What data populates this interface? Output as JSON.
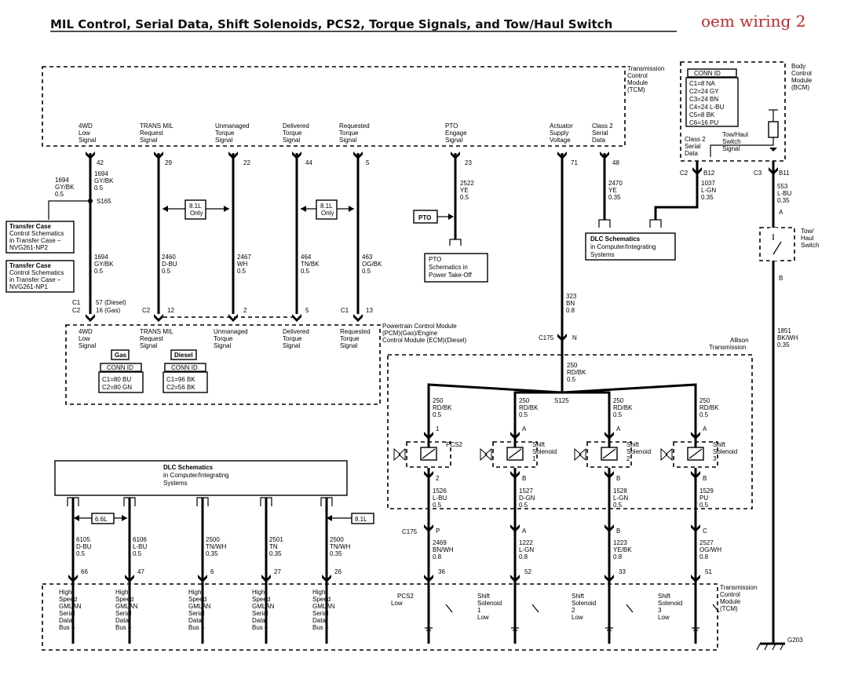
{
  "header": {
    "title": "MIL Control, Serial Data, Shift Solenoids, PCS2, Torque Signals, and Tow/Haul Switch",
    "tag": "oem wiring 2"
  },
  "tcm_top": {
    "module_label": [
      "Transmission",
      "Control",
      "Module",
      "(TCM)"
    ],
    "signals": [
      {
        "lines": [
          "4WD",
          "Low",
          "Signal"
        ],
        "pin": "42"
      },
      {
        "lines": [
          "TRANS MIL",
          "Request",
          "Signal"
        ],
        "pin": "29"
      },
      {
        "lines": [
          "Unmanaged",
          "Torque",
          "Signal"
        ],
        "pin": "22"
      },
      {
        "lines": [
          "Delivered",
          "Torque",
          "Signal"
        ],
        "pin": "44"
      },
      {
        "lines": [
          "Requested",
          "Torque",
          "Signal"
        ],
        "pin": "5"
      },
      {
        "lines": [
          "PTO",
          "Engage",
          "Signal"
        ],
        "pin": "23"
      },
      {
        "lines": [
          "Actuator",
          "Supply",
          "Voltage"
        ],
        "pin": "71"
      },
      {
        "lines": [
          "Class 2",
          "Serial",
          "Data"
        ],
        "pin": "48"
      }
    ]
  },
  "bcm": {
    "module_label": [
      "Body",
      "Control",
      "Module",
      "(BCM)"
    ],
    "conn_title": "CONN ID",
    "conn": [
      "C1=8 NA",
      "C2=24 GY",
      "C3=24 BN",
      "C4=24 L-BU",
      "C5=8 BK",
      "C6=16 PU"
    ],
    "signal_left": [
      "Class 2",
      "Serial",
      "Data"
    ],
    "signal_right": [
      "Tow/Haul",
      "Switch",
      "Signal"
    ],
    "pin_left_conn": "C2",
    "pin_left": "B12",
    "pin_right_conn": "C3",
    "pin_right": "B11"
  },
  "wires": {
    "w_1694a": [
      "1694",
      "GY/BK",
      "0.5"
    ],
    "w_1694b": [
      "1694",
      "GY/BK",
      "0.5"
    ],
    "w_1694c": [
      "1694",
      "GY/BK",
      "0.5"
    ],
    "splice_s165": "S165",
    "w_2460": [
      "2460",
      "D-BU",
      "0.5"
    ],
    "w_2467": [
      "2467",
      "WH",
      "0.5"
    ],
    "w_464": [
      "464",
      "TN/BK",
      "0.5"
    ],
    "w_463": [
      "463",
      "OG/BK",
      "0.5"
    ],
    "w_2522": [
      "2522",
      "YE",
      "0.5"
    ],
    "w_323": [
      "323",
      "BN",
      "0.8"
    ],
    "w_2470": [
      "2470",
      "YE",
      "0.35"
    ],
    "w_1037": [
      "1037",
      "L-GN",
      "0.35"
    ],
    "w_553": [
      "553",
      "L-BU",
      "0.35"
    ],
    "w_1851": [
      "1851",
      "BK/WH",
      "0.35"
    ],
    "w_250main": [
      "250",
      "RD/BK",
      "0.5"
    ],
    "splice_s125": "S125"
  },
  "only_8_1_a": [
    "8.1L",
    "Only"
  ],
  "only_8_1_b": [
    "8.1L",
    "Only"
  ],
  "pto_label": "PTO",
  "pto_box": [
    "PTO",
    "Schematics in",
    "Power Take-Off"
  ],
  "transfer_box1": [
    "Transfer Case",
    "Control Schematics",
    "in Transfer Case –",
    "NVG261-NP2"
  ],
  "transfer_box2": [
    "Transfer Case",
    "Control Schematics",
    "in Transfer Case –",
    "NVG261-NP1"
  ],
  "dlc_box_top": [
    "DLC Schematics",
    "in Computer/Integrating",
    "Systems"
  ],
  "towhaul_switch": [
    "Tow/",
    "Haul",
    "Switch"
  ],
  "towhaul_pin_a": "A",
  "towhaul_pin_b": "B",
  "pcm": {
    "module_label": [
      "Powertrain Control Module",
      "(PCM)(Gas)/Engine",
      "Control Module (ECM)(Diesel)"
    ],
    "pin_c1_c2": [
      "C1",
      "C2"
    ],
    "pin_57": [
      "57 (Diesel)",
      "16 (Gas)"
    ],
    "pin_c2b": "C2",
    "pin_12": "12",
    "pin_2": "2",
    "pin_5": "5",
    "pin_c1b": "C1",
    "pin_13": "13",
    "signals": [
      [
        "4WD",
        "Low",
        "Signal"
      ],
      [
        "TRANS MIL",
        "Request",
        "Signal"
      ],
      [
        "Unmanaged",
        "Torque",
        "Signal"
      ],
      [
        "Delivered",
        "Torque",
        "Signal"
      ],
      [
        "Requested",
        "Torque",
        "Signal"
      ]
    ],
    "gas_label": "Gas",
    "diesel_label": "Diesel",
    "gas_conn": [
      "CONN ID",
      "C1=80 BU",
      "C2=80 GN"
    ],
    "diesel_conn": [
      "CONN ID",
      "C1=96 BK",
      "C2=56 BK"
    ]
  },
  "allison": {
    "label": [
      "Allison",
      "Transmission"
    ],
    "c175_top": "C175",
    "pin_n": "N",
    "w_250b": [
      "250",
      "RD/BK",
      "0.5"
    ],
    "branches": [
      {
        "wire": [
          "250",
          "RD/BK",
          "0.5"
        ],
        "pin_top": "1",
        "name": [
          "PCS2"
        ],
        "pin_bot": "2",
        "out": [
          "1526",
          "L-BU",
          "0.5"
        ],
        "c175pin": "P",
        "tcm_wire": [
          "2469",
          "BN/WH",
          "0.8"
        ],
        "tcm_pin": "36",
        "label": [
          "PCS2",
          "Low"
        ]
      },
      {
        "wire": [
          "250",
          "RD/BK",
          "0.5"
        ],
        "pin_top": "A",
        "name": [
          "Shift",
          "Solenoid",
          "1"
        ],
        "pin_bot": "B",
        "out": [
          "1527",
          "D-GN",
          "0.5"
        ],
        "c175pin": "A",
        "tcm_wire": [
          "1222",
          "L-GN",
          "0.8"
        ],
        "tcm_pin": "52",
        "label": [
          "Shift",
          "Solenoid",
          "1",
          "Low"
        ]
      },
      {
        "wire": [
          "250",
          "RD/BK",
          "0.5"
        ],
        "pin_top": "A",
        "name": [
          "Shift",
          "Solenoid",
          "2"
        ],
        "pin_bot": "B",
        "out": [
          "1528",
          "L-GN",
          "0.5"
        ],
        "c175pin": "B",
        "tcm_wire": [
          "1223",
          "YE/BK",
          "0.8"
        ],
        "tcm_pin": "33",
        "label": [
          "Shift",
          "Solenoid",
          "2",
          "Low"
        ]
      },
      {
        "wire": [
          "250",
          "RD/BK",
          "0.5"
        ],
        "pin_top": "A",
        "name": [
          "Shift",
          "Solenoid",
          "3"
        ],
        "pin_bot": "B",
        "out": [
          "1529",
          "PU",
          "0.5"
        ],
        "c175pin": "C",
        "tcm_wire": [
          "2527",
          "OG/WH",
          "0.8"
        ],
        "tcm_pin": "51",
        "label": [
          "Shift",
          "Solenoid",
          "3",
          "Low"
        ]
      }
    ],
    "c175_bot": "C175"
  },
  "dlc_bottom": {
    "box": [
      "DLC Schematics",
      "in Computer/Integrating",
      "Systems"
    ],
    "only_6_6": "6.6L",
    "only_8_1": "8.1L",
    "wires": [
      {
        "wire": [
          "6105",
          "D-BU",
          "0.5"
        ],
        "pin": "66",
        "label": [
          "High",
          "Speed",
          "GMLAN",
          "Serial",
          "Data",
          "Bus +"
        ]
      },
      {
        "wire": [
          "6106",
          "L-BU",
          "0.5"
        ],
        "pin": "47",
        "label": [
          "High",
          "Speed",
          "GMLAN",
          "Serial",
          "Data",
          "Bus –"
        ]
      },
      {
        "wire": [
          "2500",
          "TN/WH",
          "0.35"
        ],
        "pin": "6",
        "label": [
          "High",
          "Speed",
          "GMLAN",
          "Serial",
          "Data",
          "Bus +"
        ]
      },
      {
        "wire": [
          "2501",
          "TN",
          "0.35"
        ],
        "pin": "27",
        "label": [
          "High",
          "Speed",
          "GMLAN",
          "Serial",
          "Data",
          "Bus –"
        ]
      },
      {
        "wire": [
          "2500",
          "TN/WH",
          "0.35"
        ],
        "pin": "26",
        "label": [
          "High",
          "Speed",
          "GMLAN",
          "Serial",
          "Data",
          "Bus +"
        ]
      }
    ]
  },
  "tcm_bottom_label": [
    "Transmission",
    "Control",
    "Module",
    "(TCM)"
  ],
  "ground": "G203"
}
